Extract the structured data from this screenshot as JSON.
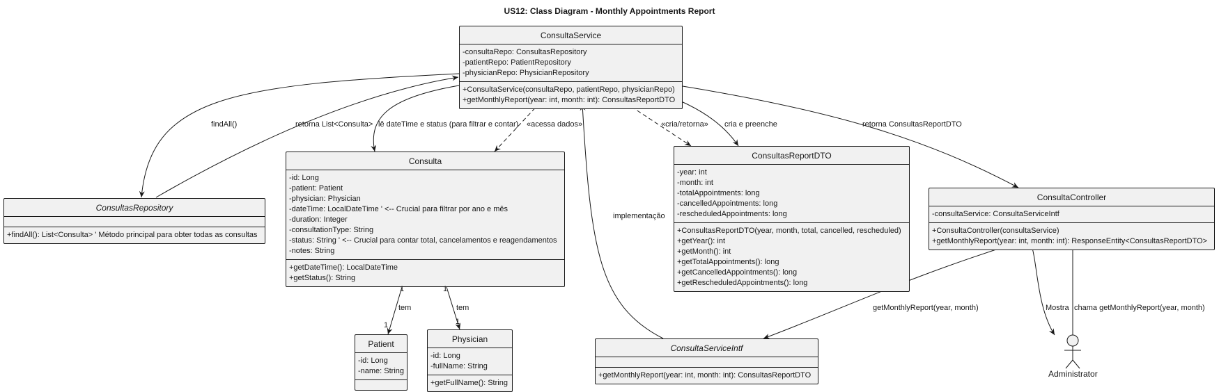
{
  "diagram": {
    "title": "US12: Class Diagram - Monthly Appointments Report",
    "classes": {
      "consulta_service": {
        "name": "ConsultaService",
        "attributes": [
          "-consultaRepo: ConsultasRepository",
          "-patientRepo: PatientRepository",
          "-physicianRepo: PhysicianRepository"
        ],
        "methods": [
          "+ConsultaService(consultaRepo, patientRepo, physicianRepo)",
          "+getMonthlyReport(year: int, month: int): ConsultasReportDTO"
        ]
      },
      "consultas_repository": {
        "name": "ConsultasRepository",
        "attributes": [],
        "methods": [
          "+findAll(): List<Consulta> ' Método principal para obter todas as consultas"
        ]
      },
      "consulta": {
        "name": "Consulta",
        "attributes": [
          "-id: Long",
          "-patient: Patient",
          "-physician: Physician",
          "-dateTime: LocalDateTime ' <-- Crucial para filtrar por ano e mês",
          "-duration: Integer",
          "-consultationType: String",
          "-status: String ' <-- Crucial para contar total, cancelamentos e reagendamentos",
          "-notes: String"
        ],
        "methods": [
          "+getDateTime(): LocalDateTime",
          "+getStatus(): String"
        ]
      },
      "consultas_report_dto": {
        "name": "ConsultasReportDTO",
        "attributes": [
          "-year: int",
          "-month: int",
          "-totalAppointments: long",
          "-cancelledAppointments: long",
          "-rescheduledAppointments: long"
        ],
        "methods": [
          "+ConsultasReportDTO(year, month, total, cancelled, rescheduled)",
          "+getYear(): int",
          "+getMonth(): int",
          "+getTotalAppointments(): long",
          "+getCancelledAppointments(): long",
          "+getRescheduledAppointments(): long"
        ]
      },
      "consulta_controller": {
        "name": "ConsultaController",
        "attributes": [
          "-consultaService: ConsultaServiceIntf"
        ],
        "methods": [
          "+ConsultaController(consultaService)",
          "+getMonthlyReport(year: int, month: int): ResponseEntity<ConsultasReportDTO>"
        ]
      },
      "patient": {
        "name": "Patient",
        "attributes": [
          "-id: Long",
          "-name: String"
        ],
        "methods": []
      },
      "physician": {
        "name": "Physician",
        "attributes": [
          "-id: Long",
          "-fullName: String"
        ],
        "methods": [
          "+getFullName(): String"
        ]
      },
      "consulta_service_intf": {
        "name": "ConsultaServiceIntf",
        "attributes": [],
        "methods": [
          "+getMonthlyReport(year: int, month: int): ConsultasReportDTO"
        ]
      }
    },
    "actor": {
      "name": "Administrator"
    },
    "edge_labels": {
      "find_all": "findAll()",
      "retorna_list": "retorna List<Consulta>",
      "le_datetime": "lê dateTime e status (para filtrar e contar)",
      "acessa_dados": "«acessa dados»",
      "cria_retorna": "«cria/retorna»",
      "cria_preenche": "cria e preenche",
      "retorna_dto": "retorna ConsultasReportDTO",
      "implementacao": "implementação",
      "tem_patient": "tem",
      "tem_physician": "tem",
      "mult_patient_src": "1",
      "mult_patient_dst": "1",
      "mult_physician_src": "1",
      "mult_physician_dst": "1",
      "get_monthly": "getMonthlyReport(year, month)",
      "mostra": "Mostra",
      "chama": "chama getMonthlyReport(year, month)"
    }
  }
}
